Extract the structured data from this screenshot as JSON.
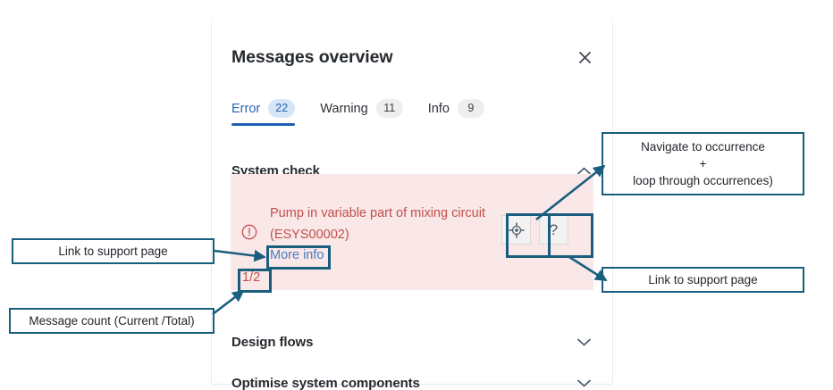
{
  "panel": {
    "title": "Messages overview",
    "close_icon": "close-icon",
    "tabs": [
      {
        "label": "Error",
        "count": "22",
        "active": true
      },
      {
        "label": "Warning",
        "count": "11",
        "active": false
      },
      {
        "label": "Info",
        "count": "9",
        "active": false
      }
    ],
    "sections": [
      {
        "label": "System check",
        "expanded": true,
        "chevron": "chevron-up-icon"
      },
      {
        "label": "Design flows",
        "expanded": false,
        "chevron": "chevron-down-icon"
      },
      {
        "label": "Optimise system components",
        "expanded": false,
        "chevron": "chevron-down-icon"
      }
    ],
    "error_card": {
      "icon": "error-circle-icon",
      "message": "Pump in variable part of mixing circuit (ESYS00002)",
      "more_info_label": "More info",
      "message_count": "1/2",
      "actions": [
        {
          "name": "navigate-to-occurrence-button",
          "icon": "crosshair-icon",
          "glyph": ""
        },
        {
          "name": "help-button",
          "icon": "question-mark-icon",
          "glyph": "?"
        }
      ]
    }
  },
  "annotations": [
    {
      "id": "navigate",
      "text": "Navigate to occurrence\n+\nloop through occurrences)"
    },
    {
      "id": "support-right",
      "text": "Link to support page"
    },
    {
      "id": "support-left",
      "text": "Link to support page"
    },
    {
      "id": "message-count",
      "text": "Message count (Current /Total)"
    }
  ],
  "colors": {
    "accent_blue": "#1f5fb0",
    "error_red": "#c0504e",
    "error_bg": "#fae7e7",
    "annotation": "#1a5e7e",
    "link_blue": "#4a7fc1"
  }
}
